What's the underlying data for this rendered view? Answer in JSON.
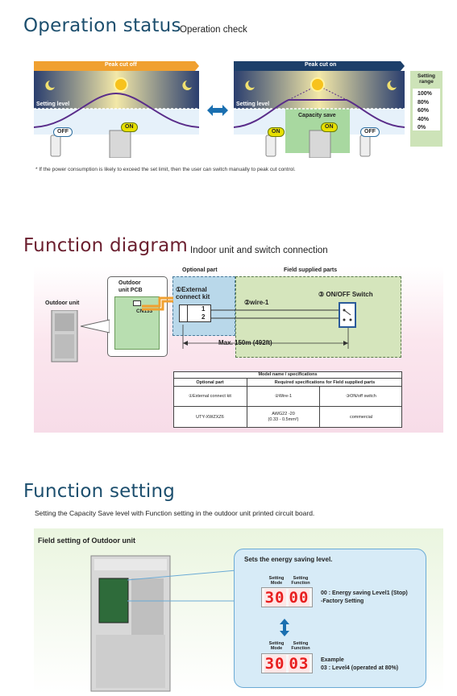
{
  "operation": {
    "title": "Operation status",
    "subtitle": "Operation check",
    "left_banner": "Peak cut off",
    "right_banner": "Peak cut on",
    "setting_level_left": "Setting level",
    "setting_level_right": "Setting level",
    "capacity_save": "Capacity save",
    "badges": {
      "off_left": "OFF",
      "on_left": "ON",
      "on_right_1": "ON",
      "on_right_2": "ON",
      "off_right": "OFF"
    },
    "setting_range": {
      "title": "Setting range",
      "values": [
        "100%",
        "80%",
        "60%",
        "40%",
        "0%"
      ]
    },
    "footnote": "* If the power consumption is likely to exceed the set limit, then the user can switch manually to peak cut control."
  },
  "function_diagram": {
    "title": "Function diagram",
    "subtitle": "Indoor unit and switch connection",
    "optional_part": "Optional part",
    "field_supplied": "Field supplied parts",
    "outdoor_unit": "Outdoor unit",
    "outdoor_pcb": "Outdoor unit PCB",
    "cn133": "CN133",
    "ext_kit": "①External connect kit",
    "pin1": "1",
    "pin2": "2",
    "wire": "②wire-1",
    "switch": "③ ON/OFF Switch",
    "max_length": "Max. 150m (492ft)",
    "table": {
      "caption": "Model name / specifications",
      "col1_header": "Optional part",
      "col2_header": "Required specifications for Field supplied parts",
      "row1": [
        "①External connect kit",
        "②Wire-1",
        "③ON/off switch"
      ],
      "row2": [
        "UTY-XWZXZ6",
        "AWG22 -20\n(0.33 - 0.5mm²)",
        "commercial"
      ]
    }
  },
  "function_setting": {
    "title": "Function setting",
    "subtitle": "Setting the Capacity Save level with Function setting in the outdoor unit printed circuit board.",
    "field_setting": "Field setting of Outdoor unit",
    "box_title": "Sets the energy saving level.",
    "mode_label": "Setting Mode",
    "function_label": "Setting Function",
    "display1_mode": "30",
    "display1_func": "00",
    "display1_text1": "00 : Energy saving Level1 (Stop)",
    "display1_text2": "-Factory Setting",
    "display2_mode": "30",
    "display2_func": "03",
    "display2_text1": "Example",
    "display2_text2": "03 : Level4 (operated at 80%)"
  },
  "colors": {
    "heading_blue": "#1d4f6e",
    "heading_maroon": "#6b1f2f",
    "banner_orange": "#f0a030",
    "banner_navy": "#1d3f6a",
    "optional_fill": "#b9d8ea",
    "field_fill": "#d5e5bc",
    "led_red": "#e81e1e"
  }
}
